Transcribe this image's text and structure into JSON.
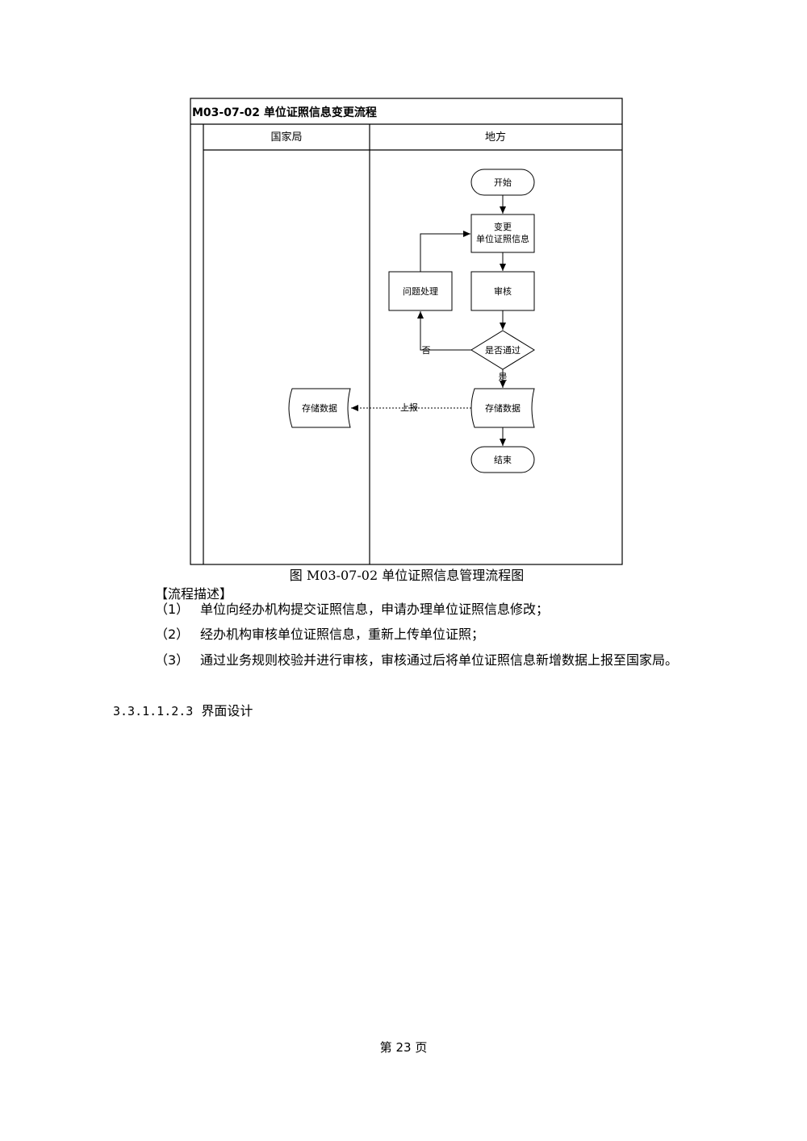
{
  "diagram": {
    "title": "M03-07-02 单位证照信息变更流程",
    "lanes": [
      "国家局",
      "地方"
    ],
    "nodes": {
      "start": "开始",
      "change_line1": "变更",
      "change_line2": "单位证照信息",
      "review": "审核",
      "problem": "问题处理",
      "decision": "是否通过",
      "store_local": "存储数据",
      "store_national": "存储数据",
      "end": "结束"
    },
    "edges": {
      "no": "否",
      "yes": "是",
      "report": "上报"
    },
    "caption": "图 M03-07-02 单位证照信息管理流程图"
  },
  "description": {
    "label": "【流程描述】",
    "steps": [
      {
        "num": "（1）",
        "text": "单位向经办机构提交证照信息，申请办理单位证照信息修改；"
      },
      {
        "num": "（2）",
        "text": "经办机构审核单位证照信息，重新上传单位证照；"
      },
      {
        "num": "（3）",
        "text": "通过业务规则校验并进行审核，审核通过后将单位证照信息新增数据上报至国家局。"
      }
    ]
  },
  "heading": {
    "number": "3.3.1.1.2.3",
    "title": "界面设计"
  },
  "footer": {
    "prefix": "第",
    "page": "23",
    "suffix": "页"
  }
}
